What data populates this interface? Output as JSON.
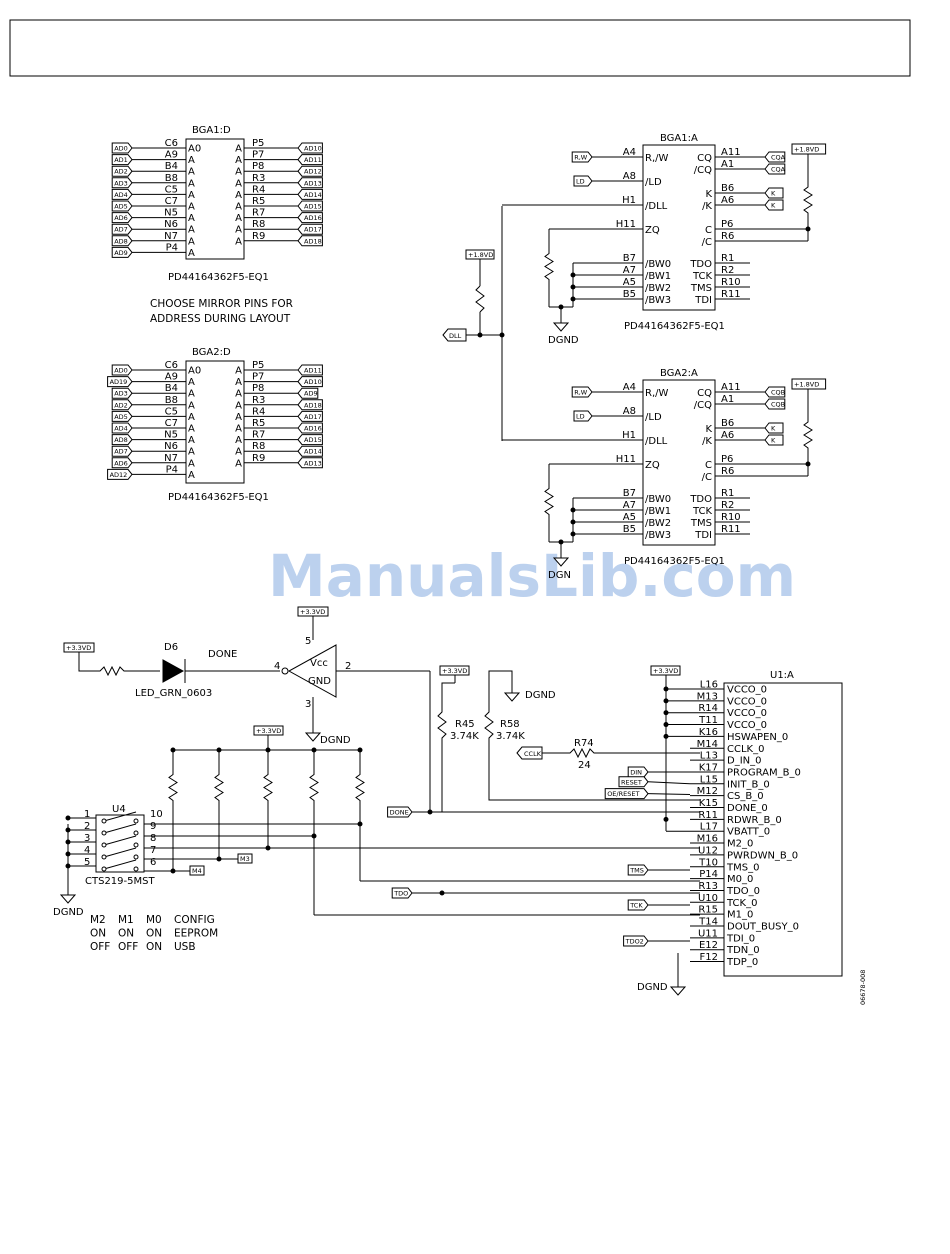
{
  "header_box_text": "",
  "bga1d": {
    "title": "BGA1:D",
    "part": "PD44164362F5-EQ1",
    "left_pins": [
      "C6",
      "A9",
      "B4",
      "B8",
      "C5",
      "C7",
      "N5",
      "N6",
      "N7",
      "P4"
    ],
    "left_names": [
      "A0",
      "A",
      "A",
      "A",
      "A",
      "A",
      "A",
      "A",
      "A",
      "A"
    ],
    "left_nets": [
      "AD0",
      "AD1",
      "AD2",
      "AD3",
      "AD4",
      "AD5",
      "AD6",
      "AD7",
      "AD8",
      "AD9"
    ],
    "right_pins": [
      "P5",
      "P7",
      "P8",
      "R3",
      "R4",
      "R5",
      "R7",
      "R8",
      "R9"
    ],
    "right_names": [
      "A",
      "A",
      "A",
      "A",
      "A",
      "A",
      "A",
      "A",
      "A"
    ],
    "right_nets": [
      "AD10",
      "AD11",
      "AD12",
      "AD13",
      "AD14",
      "AD15",
      "AD16",
      "AD17",
      "AD18"
    ]
  },
  "mirror_note": [
    "CHOOSE MIRROR PINS FOR",
    "ADDRESS DURING LAYOUT"
  ],
  "bga2d": {
    "title": "BGA2:D",
    "part": "PD44164362F5-EQ1",
    "left_pins": [
      "C6",
      "A9",
      "B4",
      "B8",
      "C5",
      "C7",
      "N5",
      "N6",
      "N7",
      "P4"
    ],
    "left_names": [
      "A0",
      "A",
      "A",
      "A",
      "A",
      "A",
      "A",
      "A",
      "A",
      "A"
    ],
    "left_nets": [
      "AD0",
      "AD19",
      "AD3",
      "AD2",
      "AD5",
      "AD4",
      "AD8",
      "AD7",
      "AD6",
      "AD12"
    ],
    "right_pins": [
      "P5",
      "P7",
      "P8",
      "R3",
      "R4",
      "R5",
      "R7",
      "R8",
      "R9"
    ],
    "right_names": [
      "A",
      "A",
      "A",
      "A",
      "A",
      "A",
      "A",
      "A",
      "A"
    ],
    "right_nets": [
      "AD11",
      "AD10",
      "AD9",
      "AD18",
      "AD17",
      "AD16",
      "AD15",
      "AD14",
      "AD13"
    ]
  },
  "bga1a": {
    "title": "BGA1:A",
    "part": "PD44164362F5-EQ1",
    "left_pins": [
      "A4",
      "A8",
      "H1",
      "H11",
      "B7",
      "A7",
      "A5",
      "B5"
    ],
    "left_names": [
      "R,/W",
      "/LD",
      "/DLL",
      "ZQ",
      "/BW0",
      "/BW1",
      "/BW2",
      "/BW3"
    ],
    "right_pins": [
      "A11",
      "A1",
      "B6",
      "A6",
      "P6",
      "R6",
      "R1",
      "R2",
      "R10",
      "R11"
    ],
    "right_names": [
      "CQ",
      "/CQ",
      "K",
      "/K",
      "C",
      "/C",
      "TDO",
      "TCK",
      "TMS",
      "TDI"
    ],
    "in_nets": [
      "R,W",
      "LD"
    ],
    "out_nets": [
      "CQA",
      "CQA",
      "K",
      "K"
    ],
    "pwr": "+1.8VD",
    "gnd": "DGND"
  },
  "bga2a": {
    "title": "BGA2:A",
    "part": "PD44164362F5-EQ1",
    "left_pins": [
      "A4",
      "A8",
      "H1",
      "H11",
      "B7",
      "A7",
      "A5",
      "B5"
    ],
    "left_names": [
      "R,/W",
      "/LD",
      "/DLL",
      "ZQ",
      "/BW0",
      "/BW1",
      "/BW2",
      "/BW3"
    ],
    "right_pins": [
      "A11",
      "A1",
      "B6",
      "A6",
      "P6",
      "R6",
      "R1",
      "R2",
      "R10",
      "R11"
    ],
    "right_names": [
      "CQ",
      "/CQ",
      "K",
      "/K",
      "C",
      "/C",
      "TDO",
      "TCK",
      "TMS",
      "TDI"
    ],
    "in_nets": [
      "R,W",
      "LD"
    ],
    "out_nets": [
      "CQB",
      "CQB",
      "K",
      "K"
    ],
    "pwr": "+1.8VD",
    "gnd": "DGN"
  },
  "dll": {
    "pwr": "+1.8VD",
    "net": "DLL"
  },
  "led": {
    "pwr": "+3.3VD",
    "ref": "D6",
    "value": "LED_GRN_0603",
    "net": "DONE"
  },
  "buffer": {
    "pwr": "+3.3VD",
    "pin_vcc": "5",
    "pin_in": "4",
    "pin_out": "2",
    "pin_gnd": "3",
    "vcc": "Vcc",
    "gnd": "GND",
    "gnd_net": "DGND"
  },
  "r45": {
    "ref": "R45",
    "value": "3.74K",
    "pwr": "+3.3VD"
  },
  "r58": {
    "ref": "R58",
    "value": "3.74K",
    "gnd": "DGND"
  },
  "r74": {
    "ref": "R74",
    "value": "24",
    "net": "CCLK"
  },
  "dip": {
    "ref": "U4",
    "part": "CTS219-5MST",
    "pwr": "+3.3VD",
    "left_pins": [
      "1",
      "2",
      "3",
      "4",
      "5"
    ],
    "right_pins": [
      "10",
      "9",
      "8",
      "7",
      "6"
    ],
    "nets": [
      "M3",
      "M4"
    ],
    "gnd": "DGND"
  },
  "config_table": [
    [
      "M2",
      "M1",
      "M0",
      "CONFIG"
    ],
    [
      "ON",
      "ON",
      "ON",
      "EEPROM"
    ],
    [
      "OFF",
      "OFF",
      "ON",
      "USB"
    ]
  ],
  "u1": {
    "title": "U1:A",
    "pwr": "+3.3VD",
    "gnd": "DGND",
    "pins": [
      "L16",
      "M13",
      "R14",
      "T11",
      "K16",
      "M14",
      "L13",
      "K17",
      "L15",
      "M12",
      "K15",
      "R11",
      "L17",
      "M16",
      "U12",
      "T10",
      "P14",
      "R13",
      "U10",
      "R15",
      "T14",
      "U11",
      "E12",
      "F12"
    ],
    "names": [
      "VCCO_0",
      "VCCO_0",
      "VCCO_0",
      "VCCO_0",
      "HSWAPEN_0",
      "CCLK_0",
      "D_IN_0",
      "PROGRAM_B_0",
      "INIT_B_0",
      "CS_B_0",
      "DONE_0",
      "RDWR_B_0",
      "VBATT_0",
      "M2_0",
      "PWRDWN_B_0",
      "TMS_0",
      "M0_0",
      "TDO_0",
      "TCK_0",
      "M1_0",
      "DOUT_BUSY_0",
      "TDI_0",
      "TDN_0",
      "TDP_0"
    ],
    "nets": [
      "CCLK",
      "DIN",
      "RESET",
      "OE/RESET",
      "DONE",
      "TMS",
      "TDO",
      "TCK",
      "TDO2"
    ]
  },
  "figure_id": "06678-008",
  "watermark": "ManualsLib.com"
}
